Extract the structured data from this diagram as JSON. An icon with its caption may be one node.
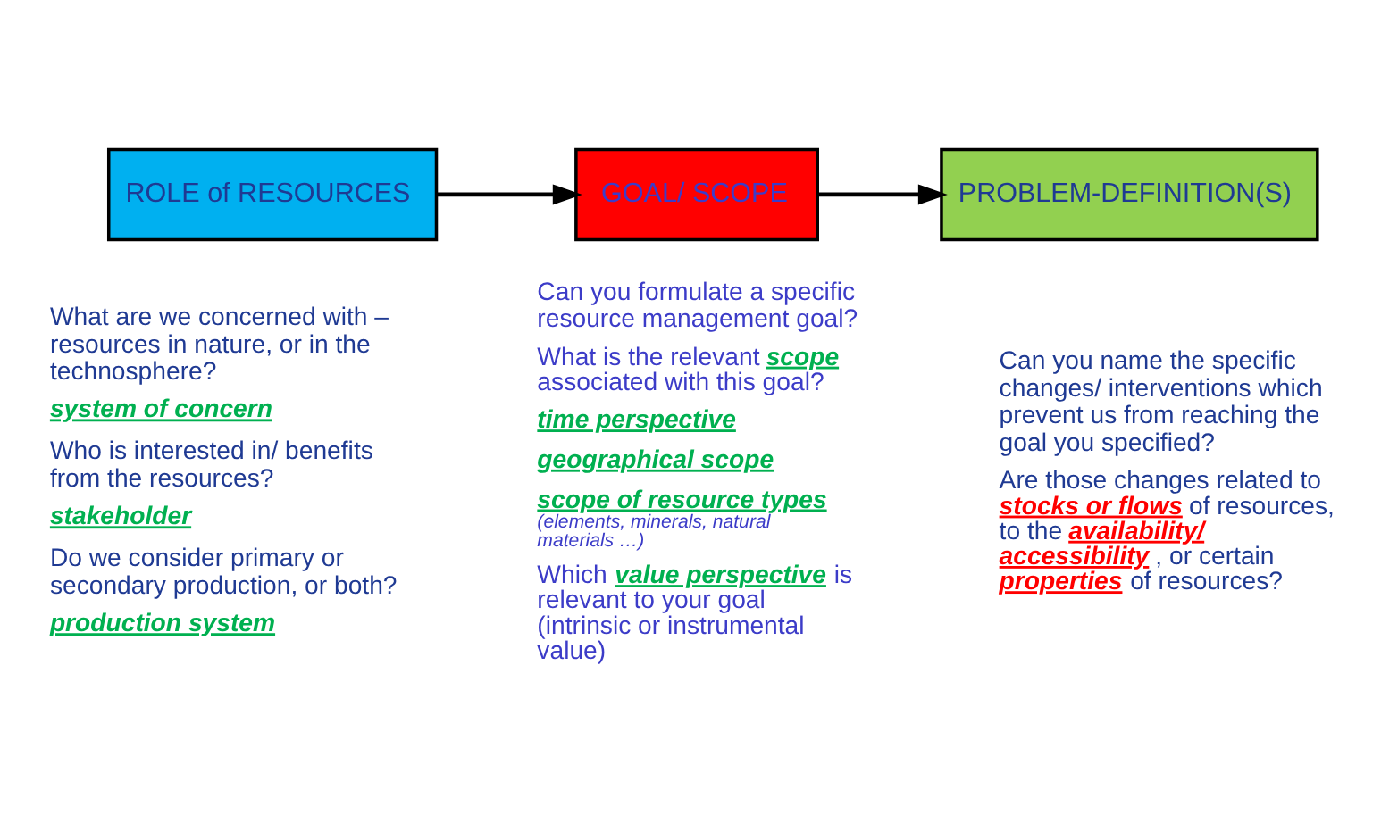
{
  "diagram": {
    "nodes": [
      {
        "text": [
          "ROLE of RESOURCES"
        ],
        "beside": [
          "What are we concerned with – resources in nature, or in the technosphere?",
          "system of concern",
          "Who is interested in/ benefits from the resources?",
          "stakeholder",
          "Do we consider primary or secondary production, or both?",
          "production system"
        ]
      },
      {
        "text": [
          "GOAL/ SCOPE"
        ],
        "beside": [
          "Can you formulate a specific resource management goal?",
          "What is the relevant **scope** associated with this goal?",
          "time perspective",
          "geographical scope",
          "**scope of resource types** *(elements, minerals, natural materials …)*",
          "Which **value perspective** is relevant to your goal (intrinsic or instrumental value)"
        ]
      },
      {
        "text": [
          "PROBLEM-DEFINITION(S)"
        ],
        "beside": [
          "Can you name the specific changes/ interventions which prevent us from reaching the goal you specified?",
          "Are those changes related to **stocks or flows** of resources, to the **availability/ accessibility**, or certain **properties** of resources?"
        ]
      }
    ],
    "edges": [
      {
        "from": 0,
        "to": 1,
        "arrow": "to"
      },
      {
        "from": 1,
        "to": 2,
        "arrow": "to"
      }
    ]
  }
}
